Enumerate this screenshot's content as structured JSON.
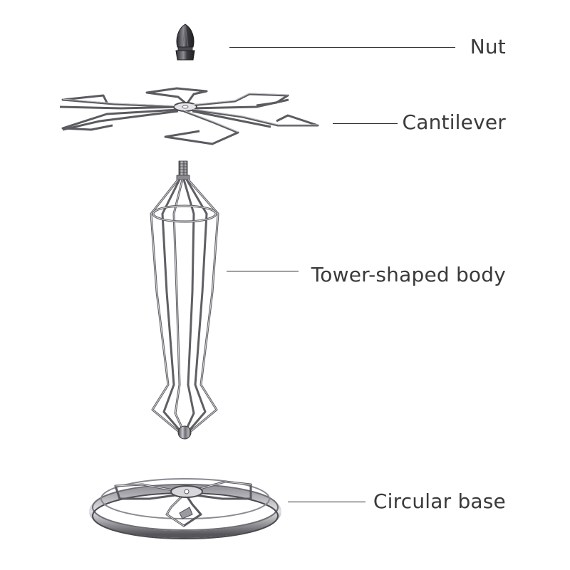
{
  "labels": {
    "nut": "Nut",
    "cantilever": "Cantilever",
    "tower": "Tower-shaped body",
    "base": "Circular base"
  },
  "colors": {
    "metal_dark": "#4a4a4e",
    "metal_mid": "#8a8a90",
    "metal_light": "#d4d4d8",
    "text": "#3a3a3a",
    "line": "#2b2b2b"
  }
}
